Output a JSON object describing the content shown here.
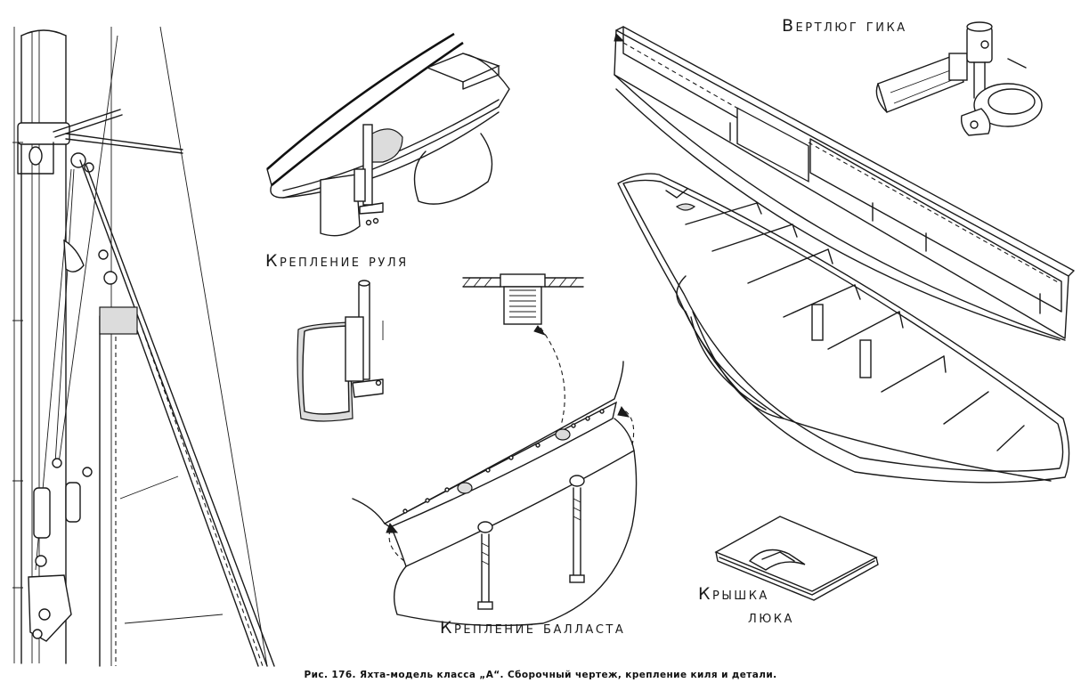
{
  "labels": {
    "boom_swivel": "Вертлюг гика",
    "rudder_mount": "Крепление руля",
    "ballast_mount": "Крепление балласта",
    "hatch_cover_line1": "Крышка",
    "hatch_cover_line2": "люка"
  },
  "caption": "Рис. 176. Яхта-модель класса „А“. Сборочный чертеж, крепление киля и детали."
}
